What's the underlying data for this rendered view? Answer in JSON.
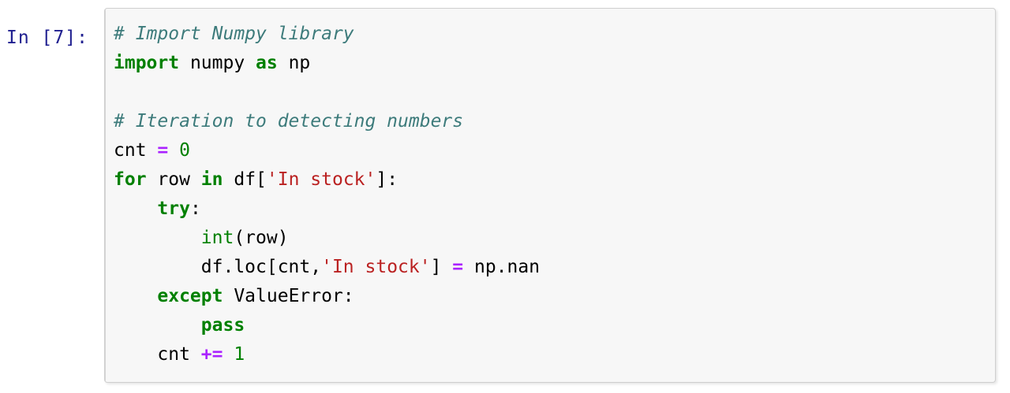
{
  "cell": {
    "prompt_label": "In [7]:",
    "execution_count": 7,
    "cell_type": "code",
    "language": "python"
  },
  "colors": {
    "page_background": "#ffffff",
    "cell_background": "#f7f7f7",
    "cell_border": "#cfcfcf",
    "prompt_text": "#202090",
    "comment": "#3d7b7b",
    "keyword": "#008000",
    "builtin": "#008000",
    "string": "#ba2121",
    "operator": "#aa22ff",
    "number": "#008000",
    "plain_text": "#000000"
  },
  "source": {
    "full_text": "# Import Numpy library\nimport numpy as np\n\n# Iteration to detecting numbers\ncnt = 0\nfor row in df['In stock']:\n    try:\n        int(row)\n        df.loc[cnt,'In stock'] = np.nan\n    except ValueError:\n        pass\n    cnt += 1",
    "lines": [
      {
        "n": 1,
        "text": "# Import Numpy library",
        "tokens": [
          {
            "t": "# Import Numpy library",
            "k": "comment"
          }
        ]
      },
      {
        "n": 2,
        "text": "import numpy as np",
        "tokens": [
          {
            "t": "import",
            "k": "keyword"
          },
          {
            "t": " numpy ",
            "k": "name"
          },
          {
            "t": "as",
            "k": "keyword"
          },
          {
            "t": " np",
            "k": "name"
          }
        ]
      },
      {
        "n": 3,
        "text": "",
        "tokens": []
      },
      {
        "n": 4,
        "text": "# Iteration to detecting numbers",
        "tokens": [
          {
            "t": "# Iteration to detecting numbers",
            "k": "comment"
          }
        ]
      },
      {
        "n": 5,
        "text": "cnt = 0",
        "tokens": [
          {
            "t": "cnt ",
            "k": "name"
          },
          {
            "t": "=",
            "k": "operator"
          },
          {
            "t": " ",
            "k": "name"
          },
          {
            "t": "0",
            "k": "number"
          }
        ]
      },
      {
        "n": 6,
        "text": "for row in df['In stock']:",
        "tokens": [
          {
            "t": "for",
            "k": "keyword"
          },
          {
            "t": " row ",
            "k": "name"
          },
          {
            "t": "in",
            "k": "keyword"
          },
          {
            "t": " df[",
            "k": "name"
          },
          {
            "t": "'In stock'",
            "k": "string"
          },
          {
            "t": "]:",
            "k": "punct"
          }
        ]
      },
      {
        "n": 7,
        "text": "    try:",
        "tokens": [
          {
            "t": "    ",
            "k": "name"
          },
          {
            "t": "try",
            "k": "keyword"
          },
          {
            "t": ":",
            "k": "punct"
          }
        ]
      },
      {
        "n": 8,
        "text": "        int(row)",
        "tokens": [
          {
            "t": "        ",
            "k": "name"
          },
          {
            "t": "int",
            "k": "builtin"
          },
          {
            "t": "(row)",
            "k": "name"
          }
        ]
      },
      {
        "n": 9,
        "text": "        df.loc[cnt,'In stock'] = np.nan",
        "tokens": [
          {
            "t": "        df.loc[cnt,",
            "k": "name"
          },
          {
            "t": "'In stock'",
            "k": "string"
          },
          {
            "t": "] ",
            "k": "punct"
          },
          {
            "t": "=",
            "k": "operator"
          },
          {
            "t": " np.nan",
            "k": "name"
          }
        ]
      },
      {
        "n": 10,
        "text": "    except ValueError:",
        "tokens": [
          {
            "t": "    ",
            "k": "name"
          },
          {
            "t": "except",
            "k": "keyword"
          },
          {
            "t": " ValueError:",
            "k": "name"
          }
        ]
      },
      {
        "n": 11,
        "text": "        pass",
        "tokens": [
          {
            "t": "        ",
            "k": "name"
          },
          {
            "t": "pass",
            "k": "keyword"
          }
        ]
      },
      {
        "n": 12,
        "text": "    cnt += 1",
        "tokens": [
          {
            "t": "    cnt ",
            "k": "name"
          },
          {
            "t": "+=",
            "k": "operator"
          },
          {
            "t": " ",
            "k": "name"
          },
          {
            "t": "1",
            "k": "number"
          }
        ]
      }
    ]
  }
}
